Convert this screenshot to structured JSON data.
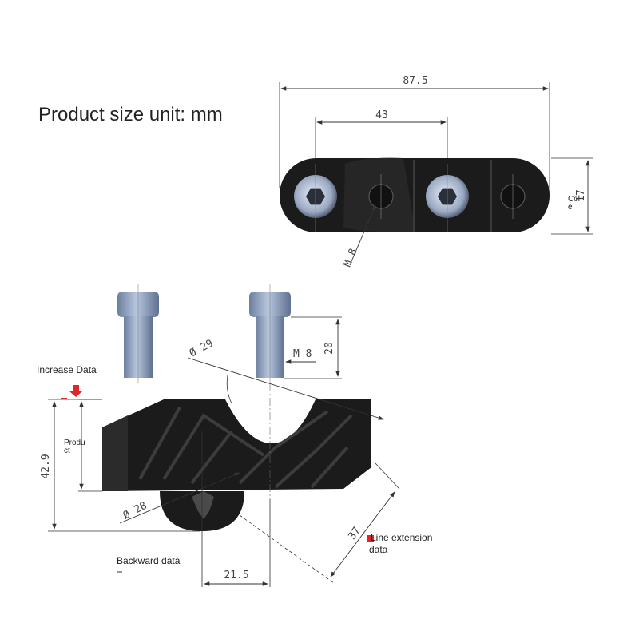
{
  "title": "Product size unit: mm",
  "top_view": {
    "overall_length": "87.5",
    "hole_spacing": "43",
    "height": "17",
    "thread_label": "M 8",
    "side_label_line1": "Col",
    "side_label_line2": "e"
  },
  "front_view": {
    "bolt_thread": "M 8",
    "bolt_length": "20",
    "clamp_diameter": "Ø 29",
    "base_diameter": "Ø 28",
    "total_height": "42.9",
    "offset_length": "37",
    "base_offset": "21.5"
  },
  "annotations": {
    "increase_data": "Increase Data",
    "product_line1": "Produ",
    "product_line2": "ct",
    "backward_data": "Backward data",
    "line_extension_line1": "Line extension",
    "line_extension_line2": "data"
  },
  "colors": {
    "body": "#1b1b1b",
    "bolt": "#8ea2c0",
    "marker": "#e0262b",
    "dimension_line": "#333333"
  }
}
